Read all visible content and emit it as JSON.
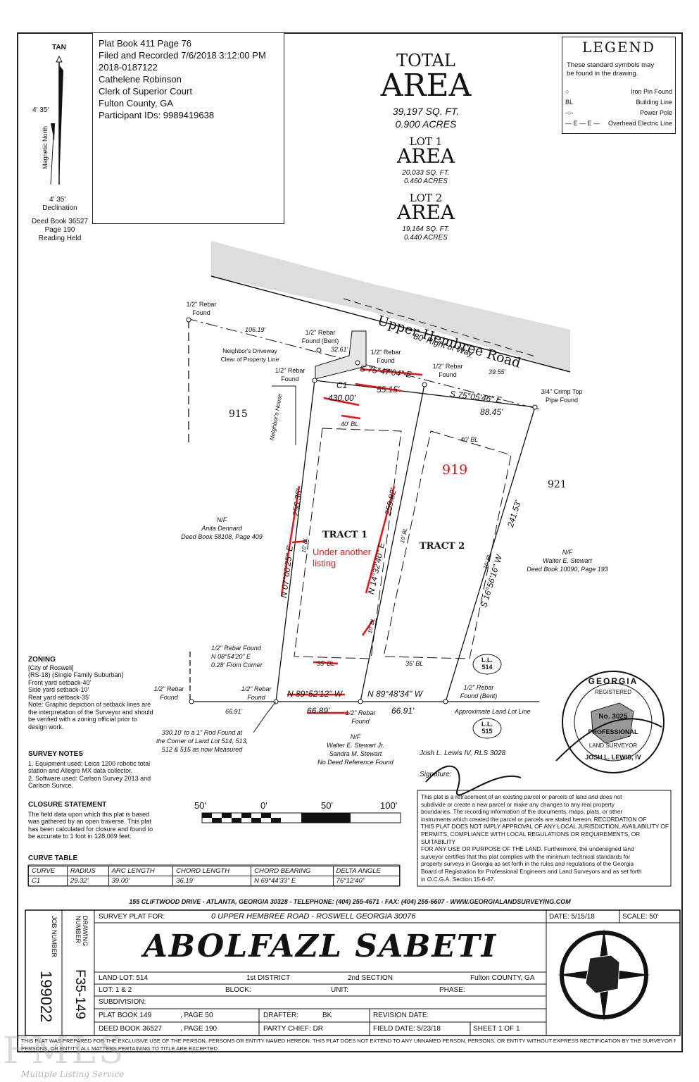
{
  "record": {
    "line1": "Plat Book 411 Page 76",
    "line2": "Filed and Recorded 7/6/2018 3:12:00 PM",
    "line3": "2018-0187122",
    "line4": "Cathelene Robinson",
    "line5": "Clerk of Superior Court",
    "line6": "Fulton County, GA",
    "line7": "Participant IDs: 9989419638"
  },
  "north": {
    "tan": "TAN",
    "angle": "4' 35'",
    "magnetic": "Magnetic North",
    "decl_angle": "4' 35'",
    "declination": "Declination",
    "deed1": "Deed Book 36527",
    "deed2": "Page 190",
    "deed3": "Reading Held"
  },
  "area": {
    "total_label": "TOTAL",
    "area_word": "AREA",
    "total_sqft": "39,197 SQ. FT.",
    "total_acres": "0.900 ACRES",
    "lot1_label": "LOT 1",
    "lot1_sqft": "20,033 SQ. FT.",
    "lot1_acres": "0.460 ACRES",
    "lot2_label": "LOT 2",
    "lot2_sqft": "19,164 SQ. FT.",
    "lot2_acres": "0.440 ACRES"
  },
  "legend": {
    "title": "LEGEND",
    "desc1": "These standard symbols may",
    "desc2": "be found in the drawing.",
    "items": [
      {
        "symbol": "○",
        "label": "Iron Pin Found"
      },
      {
        "symbol": "BL",
        "label": "Building Line"
      },
      {
        "symbol": "-○-",
        "label": "Power Pole"
      },
      {
        "symbol": "— E — E —",
        "label": "Overhead Electric Line"
      }
    ]
  },
  "plat": {
    "road_name": "Upper Hembree Road",
    "row": "80' Right of Way",
    "rebar_nw1": "1/2\" Rebar",
    "rebar_nw2": "Found",
    "dist_106": "106.19'",
    "rebar_bent1": "1/2\" Rebar",
    "rebar_bent2": "Found (Bent)",
    "dist_32": "32.61'",
    "driveway1": "Neighbor's Driveway",
    "driveway2": "Clear of Property Line",
    "rebar_a1": "1/2\" Rebar",
    "rebar_a2": "Found",
    "rebar_b1": "1/2\" Rebar",
    "rebar_b2": "Found",
    "rebar_c1": "1/2\" Rebar",
    "rebar_c2": "Found",
    "dist_39": "39.55'",
    "crimp1": "3/4\" Crimp Top",
    "crimp2": "Pipe Found",
    "neighbor_house": "Neighbor's House",
    "lot_915": "915",
    "lot_919": "919",
    "lot_921": "921",
    "c1": "C1",
    "c1_len": "430.00'",
    "bearing_top1": "S 75°47'04\" E",
    "dist_55": "55.15'",
    "bearing_top2": "S 75°05'46\" E",
    "dist_88": "88.45'",
    "bl40_a": "40' BL",
    "bl40_b": "40' BL",
    "bearing_w": "N 07°00'25\" E",
    "dist_256": "256.36'",
    "bearing_mid": "N 14°32'40\" E",
    "dist_259": "259.82'",
    "bearing_e": "S 16°56'16\" W",
    "dist_241": "241.53'",
    "tract1": "TRACT 1",
    "tract2": "TRACT 2",
    "under1": "Under another",
    "under2": "listing",
    "bl10_a": "10' BL",
    "bl10_b": "10' BL",
    "bl10_c": "10' BL",
    "bl10_d": "10' BL",
    "bl35_a": "35' BL",
    "bl35_b": "35' BL",
    "nf_w1": "N/F",
    "nf_w2": "Anita Dennard",
    "nf_w3": "Deed Book 58108, Page 409",
    "nf_e1": "N/F",
    "nf_e2": "Walter E. Stewart",
    "nf_e3": "Deed Book 10090, Page 193",
    "rebar_sw1": "1/2\" Rebar Found",
    "rebar_sw2": "N 08°54'20\" E",
    "rebar_sw3": "0.28' From Corner",
    "rebar_far1": "1/2\" Rebar",
    "rebar_far2": "Found",
    "rebar_s1": "1/2\" Rebar",
    "rebar_s2": "Found",
    "bearing_s1": "N 89°52'12\" W",
    "bearing_s2": "N 89°48'34\" W",
    "rebar_sbent1": "1/2\" Rebar",
    "rebar_sbent2": "Found (Bent)",
    "dist_66a": "66.91'",
    "dist_66b": "66.89'",
    "dist_66c": "66.91'",
    "rebar_sm1": "1/2\" Rebar",
    "rebar_sm2": "Found",
    "approx_line": "Approximate Land Lot Line",
    "ll514": "L.L.",
    "ll514n": "514",
    "ll515": "L.L.",
    "ll515n": "515",
    "rod1": "330.10' to a 1\" Rod Found at",
    "rod2": "the Corner of Land Lot 514, 513,",
    "rod3": "512 & 515 as now Measured",
    "nf_s1": "N/F",
    "nf_s2": "Walter E. Stewart Jr.",
    "nf_s3": "Sandra M. Stewart",
    "nf_s4": "No Deed Reference Found"
  },
  "zoning": {
    "title": "ZONING",
    "lines": [
      "[City of Roswell]",
      "(RS-18) (Single Family Suburban)",
      "Front yard setback-40'",
      "Side yard setback-10'",
      "Rear yard setback-35'",
      "Note: Graphic depiction of setback lines are",
      "the interpretation of the Surveyor and should",
      "be verified with a zoning official prior to",
      "design work."
    ]
  },
  "survey_notes": {
    "title": "SURVEY NOTES",
    "lines": [
      "1.  Equipment used; Leica 1200 robotic total",
      "     station and Allegro MX data collector.",
      "2.  Software used: Carlson Survey 2013 and",
      "     Carlson Survce."
    ]
  },
  "closure": {
    "title": "CLOSURE STATEMENT",
    "lines": [
      "The field data upon which this plat is based",
      "was gathered by an open traverse. This plat",
      "has been calculated for closure and found to",
      "be accurate to 1 foot in 128,069 feet."
    ]
  },
  "scale": {
    "s0": "50'",
    "s1": "0'",
    "s2": "50'",
    "s3": "100'"
  },
  "curve_table": {
    "title": "CURVE TABLE",
    "headers": [
      "CURVE",
      "RADIUS",
      "ARC LENGTH",
      "CHORD LENGTH",
      "CHORD BEARING",
      "DELTA ANGLE"
    ],
    "rows": [
      [
        "C1",
        "29.32'",
        "39.00'",
        "36.19'",
        "N 69°44'33\" E",
        "76°12'40\""
      ]
    ]
  },
  "surveyor": {
    "name": "Josh L. Lewis IV, RLS 3028",
    "signature": "Signature:",
    "seal_state": "GEORGIA",
    "seal_registered": "REGISTERED",
    "seal_no": "No. 3025",
    "seal_prof": "PROFESSIONAL",
    "seal_land": "LAND SURVEYOR",
    "seal_name": "JOSH L. LEWIS, IV"
  },
  "cert": {
    "lines": [
      "This plat is a retracement of an existing parcel or parcels of land and does not",
      "subdivide or create a new parcel or make any changes to any real property",
      "boundaries. The recording information of the documents, maps, plats, or other",
      "instruments which created the parcel or parcels are stated hereon. RECORDATION OF",
      "THIS PLAT DOES NOT IMPLY APPROVAL OF ANY LOCAL JURISDICTION, AVAILABILITY OF",
      "PERMITS, COMPLIANCE WITH LOCAL REGULATIONS OR REQUIREMENTS, OR SUITABILITY",
      "FOR ANY USE OR PURPOSE OF THE LAND. Furthermore, the undersigned land",
      "surveyor certifies that this plat complies with the minimum technical standards for",
      "property surveys in Georgia as set forth in the rules and regulations of the Georgia",
      "Board of Registration for Professional Engineers and Land Surveyors and as set forth",
      "in O.C.G.A. Section 15-6-67."
    ]
  },
  "address_bar": "155 CLIFTWOOD DRIVE - ATLANTA, GEORGIA 30328 - TELEPHONE: (404) 255-4671 - FAX: (404) 255-6607 - WWW.GEORGIALANDSURVEYING.COM",
  "titleblock": {
    "job_label": "JOB NUMBER",
    "job_no": "199022",
    "drawing_label": "DRAWING NUMBER",
    "drawing_no": "F35-149",
    "survey_for": "SURVEY PLAT FOR:",
    "address": "0 UPPER HEMBREE ROAD - ROSWELL GEORGIA 30076",
    "date": "DATE: 5/15/18",
    "scale": "SCALE: 50'",
    "client": "ABOLFAZL SABETI",
    "land_lot": "LAND LOT: 514",
    "district": "1st DISTRICT",
    "section": "2nd SECTION",
    "county": "Fulton COUNTY, GA",
    "lot": "LOT: 1 & 2",
    "block": "BLOCK:",
    "unit": "UNIT:",
    "phase": "PHASE:",
    "subdivision": "SUBDIVISION:",
    "plat_book": "PLAT BOOK  149",
    "plat_page": ", PAGE 50",
    "drafter_label": "DRAFTER:",
    "drafter": "BK",
    "revision": "REVISION DATE:",
    "deed_book": "DEED BOOK 36527",
    "deed_page": ", PAGE 190",
    "party_chief": "PARTY CHIEF: DR",
    "field_date": "FIELD DATE: 5/23/18",
    "sheet": "SHEET  1  OF  1",
    "disclaimer1": "THIS PLAT WAS PREPARED FOR THE EXCLUSIVE USE OF THE PERSON, PERSONS OR ENTITY NAMED HEREON. THIS PLAT DOES NOT EXTEND TO ANY UNNAMED PERSON, PERSONS, OR ENTITY WITHOUT EXPRESS RECTIFICATION BY THE SURVEYOR NAMING SAID PERSON,",
    "disclaimer2": "PERSONS, OR ENTITY. ALL MATTERS PERTAINING TO TITLE ARE EXCEPTED"
  },
  "watermark": {
    "fmls": "FMLS",
    "tag": "Multiple Listing Service"
  }
}
